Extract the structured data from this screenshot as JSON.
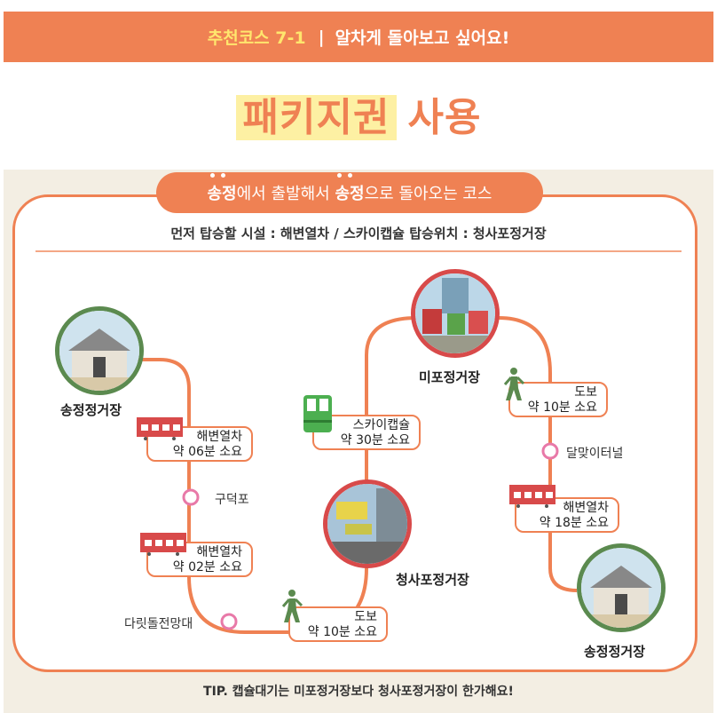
{
  "header": {
    "course": "추천코스 7-1",
    "separator": "|",
    "subtitle": "알차게 돌아보고 싶어요!"
  },
  "title": {
    "highlight": "패키지권",
    "rest": "사용"
  },
  "route_pill": {
    "part1": "송정",
    "part2": "에서 출발해서 ",
    "part3": "송정",
    "part4": "으로 돌아오는 코스"
  },
  "first_boarding": "먼저 탑승할 시설 : 해변열차 / 스카이캡슐 탑승위치 :  청사포정거장",
  "stations": {
    "songjeong_start": "송정정거장",
    "mipo": "미포정거장",
    "cheongsapo": "청사포정거장",
    "songjeong_end": "송정정거장"
  },
  "stops": {
    "gudeokpo": "구덕포",
    "darit": "다릿돌전망대",
    "dalmaji": "달맞이터널"
  },
  "segments": {
    "train1": {
      "line1": "해변열차",
      "line2": "약 06분 소요"
    },
    "train2": {
      "line1": "해변열차",
      "line2": "약 02분 소요"
    },
    "walk1": {
      "line1": "도보",
      "line2": "약 10분 소요"
    },
    "capsule": {
      "line1": "스카이캡슐",
      "line2": "약 30분 소요"
    },
    "walk2": {
      "line1": "도보",
      "line2": "약 10분 소요"
    },
    "train3": {
      "line1": "해변열차",
      "line2": "약 18분 소요"
    }
  },
  "tip": "TIP. 캡슐대기는 미포정거장보다 청사포정거장이 한가해요!",
  "colors": {
    "accent": "#ef8153",
    "highlight": "#fdf0a3",
    "yellow_text": "#ffe66d",
    "green": "#5b8a4f",
    "red": "#d84a4a",
    "stop_pink": "#e879a8"
  }
}
